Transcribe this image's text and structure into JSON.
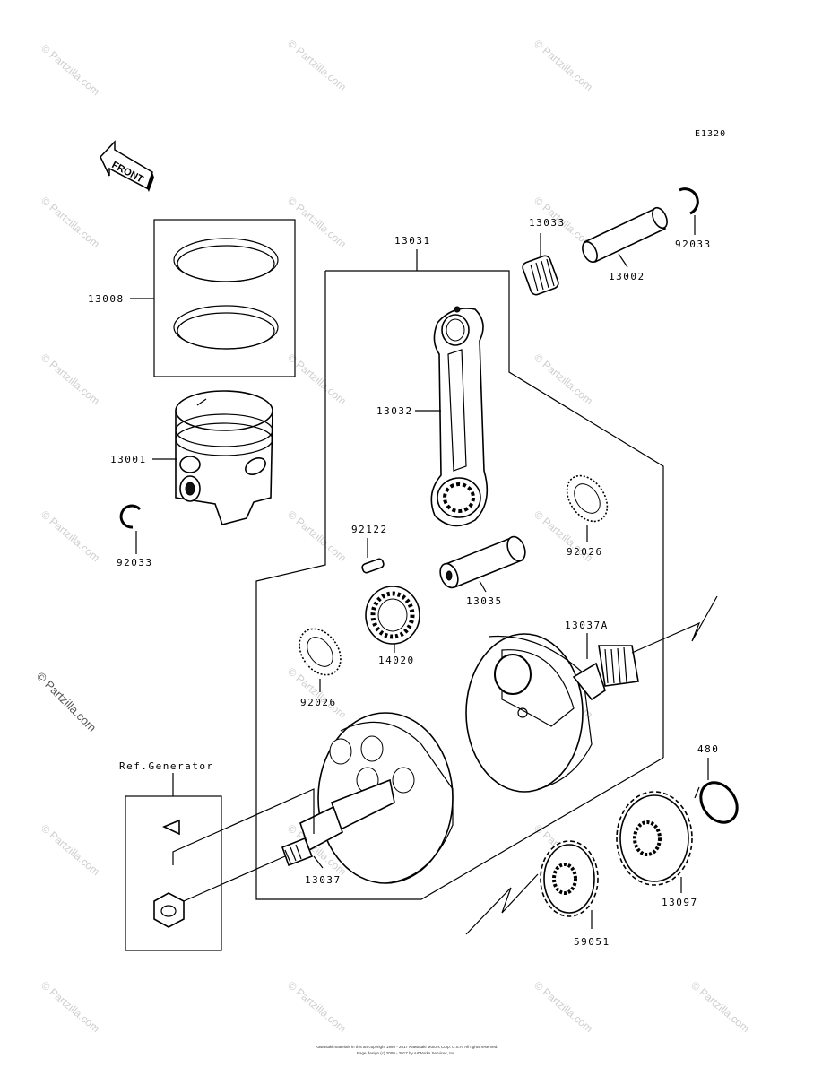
{
  "diagram_code": "E1320",
  "front_label": "FRONT",
  "ref_label": "Ref.Generator",
  "watermark": "© Partzilla.com",
  "copyright": {
    "line1": "Kawasaki materials in this art copyright 1995 - 2017 Kawasaki Motors Corp. U.S.A. All rights reserved.",
    "line2": "Page design (c) 2000 - 2017 by ArtWorks Services, Inc."
  },
  "parts": {
    "p13008": "13008",
    "p13001": "13001",
    "p92033_left": "92033",
    "p13031": "13031",
    "p13032": "13032",
    "p13033": "13033",
    "p13002": "13002",
    "p92033_right": "92033",
    "p92122": "92122",
    "p92026_right": "92026",
    "p13035": "13035",
    "p14020": "14020",
    "p92026_left": "92026",
    "p13037A": "13037A",
    "p480": "480",
    "p13037": "13037",
    "p13097": "13097",
    "p59051": "59051"
  }
}
